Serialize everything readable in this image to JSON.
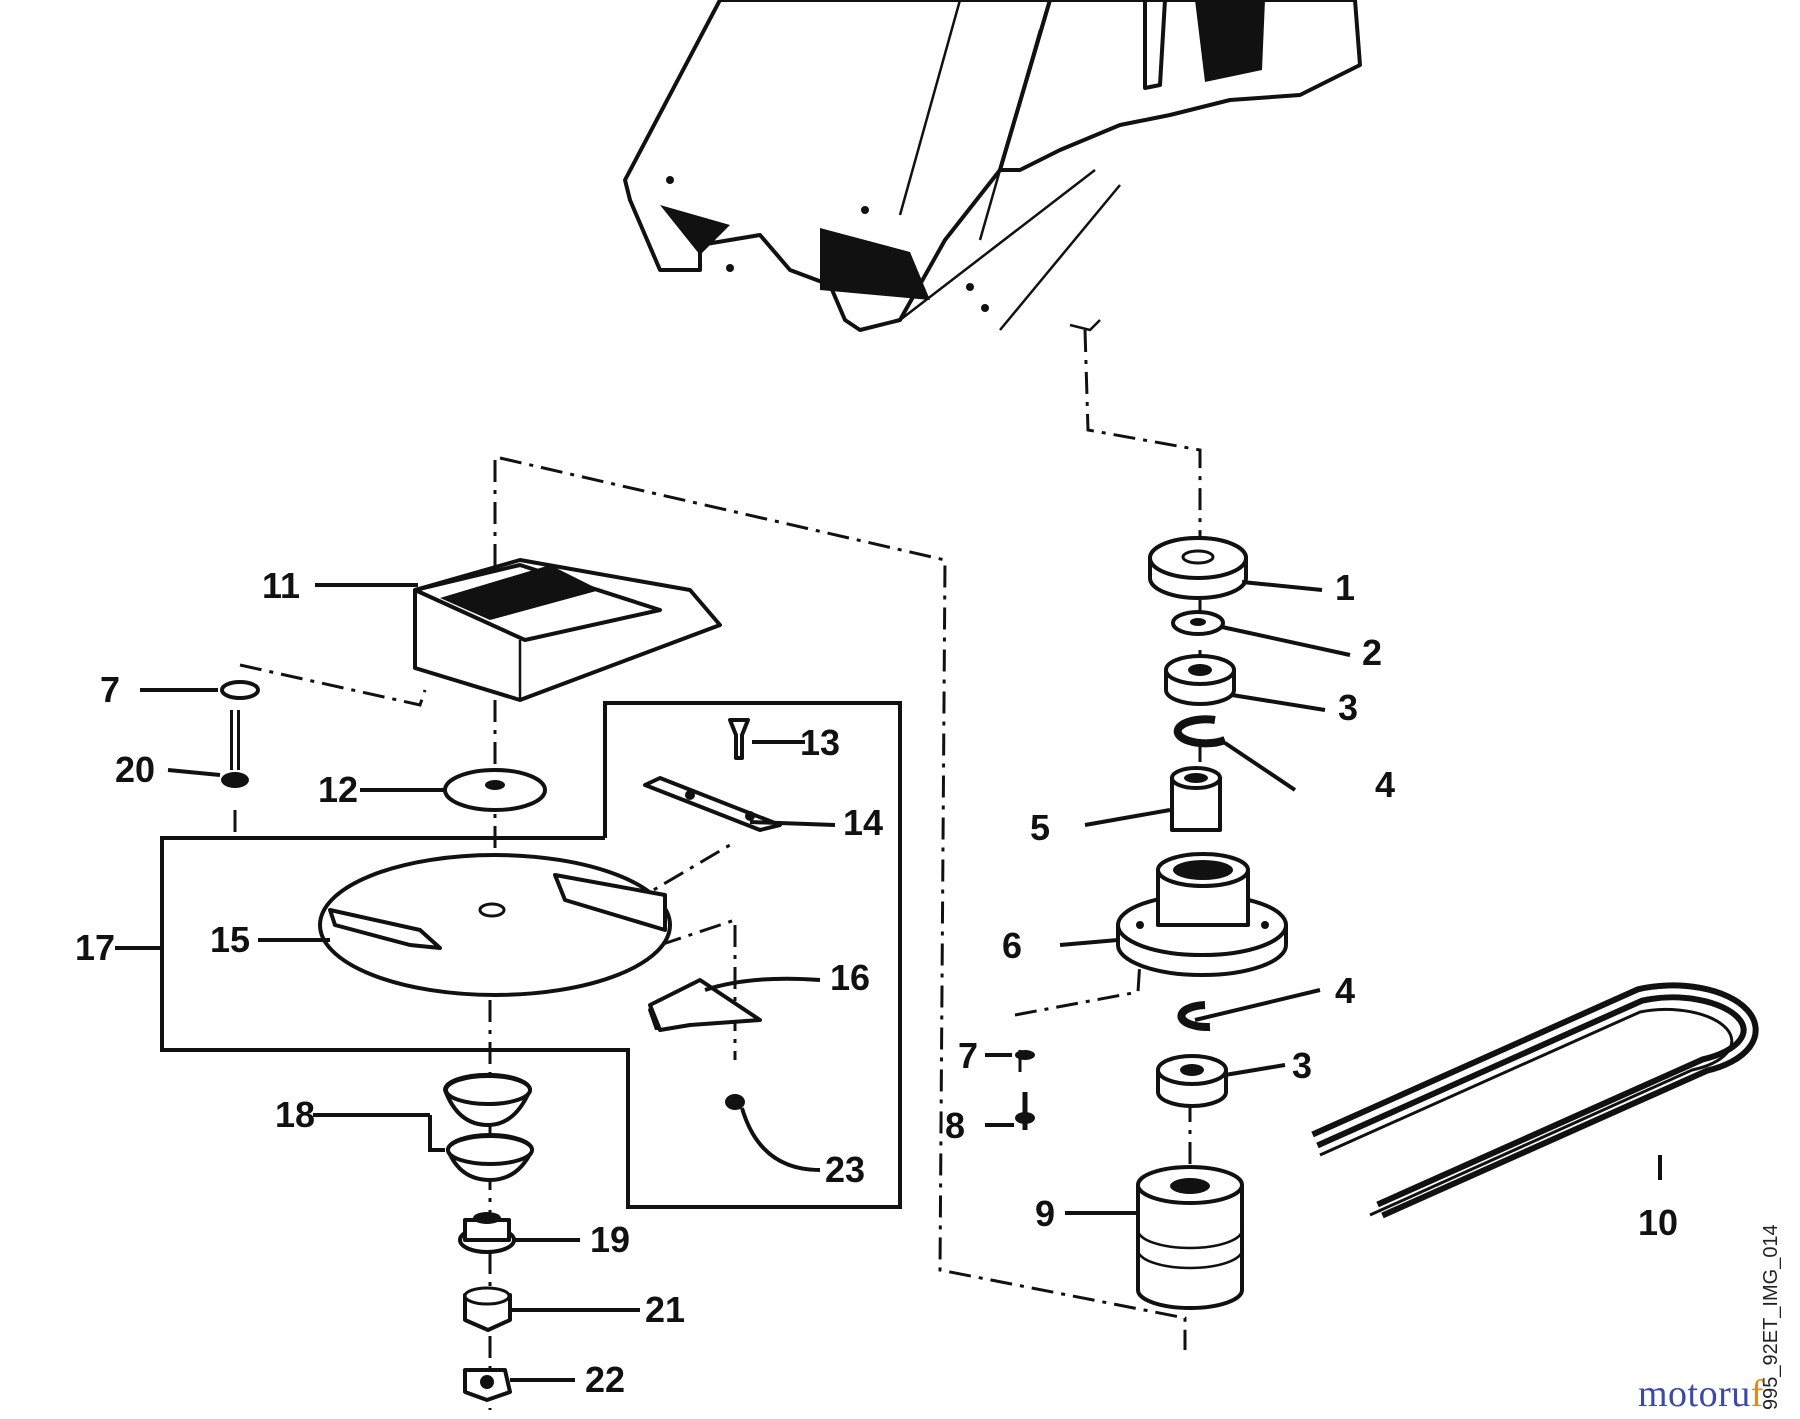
{
  "diagram": {
    "parts": [
      {
        "id": "p1",
        "label": "1"
      },
      {
        "id": "p2",
        "label": "2"
      },
      {
        "id": "p3a",
        "label": "3"
      },
      {
        "id": "p4a",
        "label": "4"
      },
      {
        "id": "p5",
        "label": "5"
      },
      {
        "id": "p6",
        "label": "6"
      },
      {
        "id": "p4b",
        "label": "4"
      },
      {
        "id": "p3b",
        "label": "3"
      },
      {
        "id": "p7a",
        "label": "7"
      },
      {
        "id": "p8",
        "label": "8"
      },
      {
        "id": "p9",
        "label": "9"
      },
      {
        "id": "p10",
        "label": "10"
      },
      {
        "id": "p11",
        "label": "11"
      },
      {
        "id": "p7b",
        "label": "7"
      },
      {
        "id": "p20",
        "label": "20"
      },
      {
        "id": "p12",
        "label": "12"
      },
      {
        "id": "p13",
        "label": "13"
      },
      {
        "id": "p14",
        "label": "14"
      },
      {
        "id": "p17",
        "label": "17"
      },
      {
        "id": "p15",
        "label": "15"
      },
      {
        "id": "p16",
        "label": "16"
      },
      {
        "id": "p18",
        "label": "18"
      },
      {
        "id": "p23",
        "label": "23"
      },
      {
        "id": "p19",
        "label": "19"
      },
      {
        "id": "p21",
        "label": "21"
      },
      {
        "id": "p22",
        "label": "22"
      }
    ]
  },
  "image_id": "995_92ET_IMG_014",
  "brand": {
    "part1": "motoru",
    "part2": "f"
  }
}
